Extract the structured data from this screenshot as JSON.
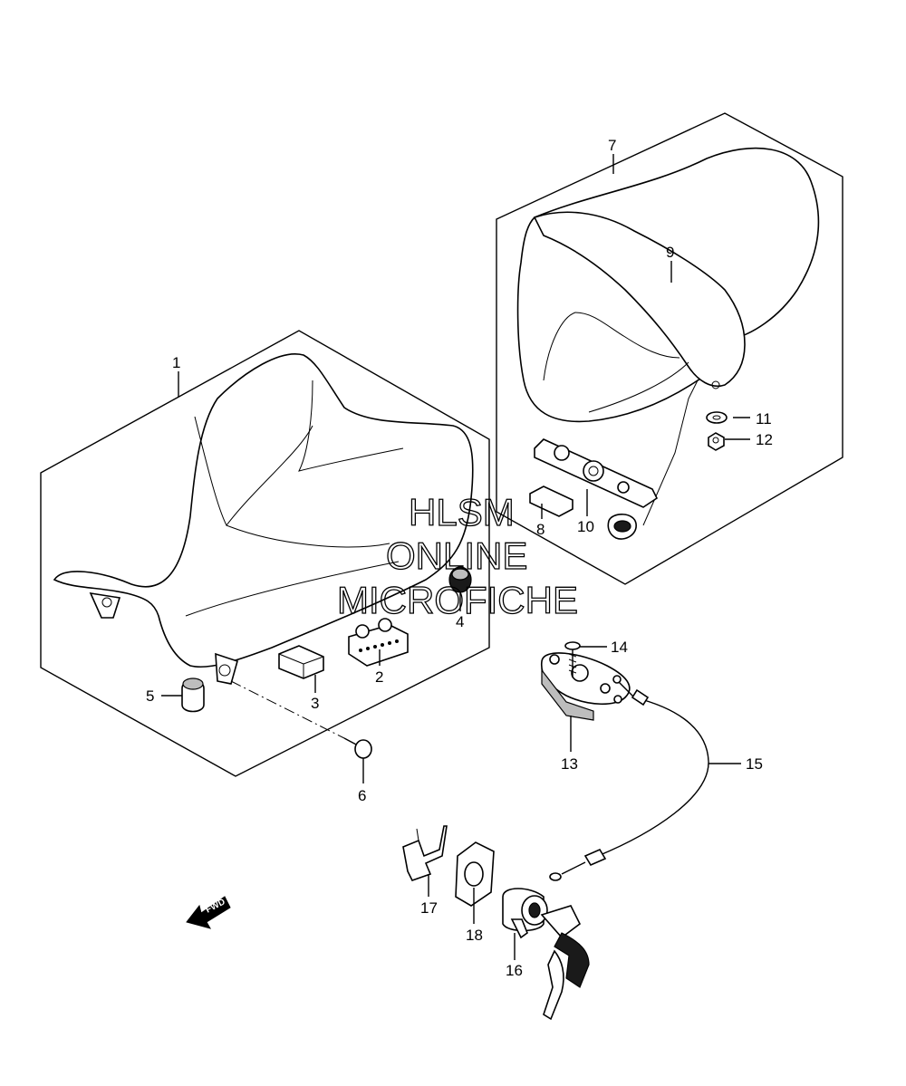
{
  "watermark": {
    "line1": "HLSM",
    "line2": "ONLINE",
    "line3": "MICROFICHE"
  },
  "fwd_label": "FWD",
  "callouts": {
    "c1": "1",
    "c2": "2",
    "c3": "3",
    "c4": "4",
    "c5": "5",
    "c6": "6",
    "c7": "7",
    "c8": "8",
    "c9": "9",
    "c10": "10",
    "c11": "11",
    "c12": "12",
    "c13": "13",
    "c14": "14",
    "c15": "15",
    "c16": "16",
    "c17": "17",
    "c18": "18"
  }
}
